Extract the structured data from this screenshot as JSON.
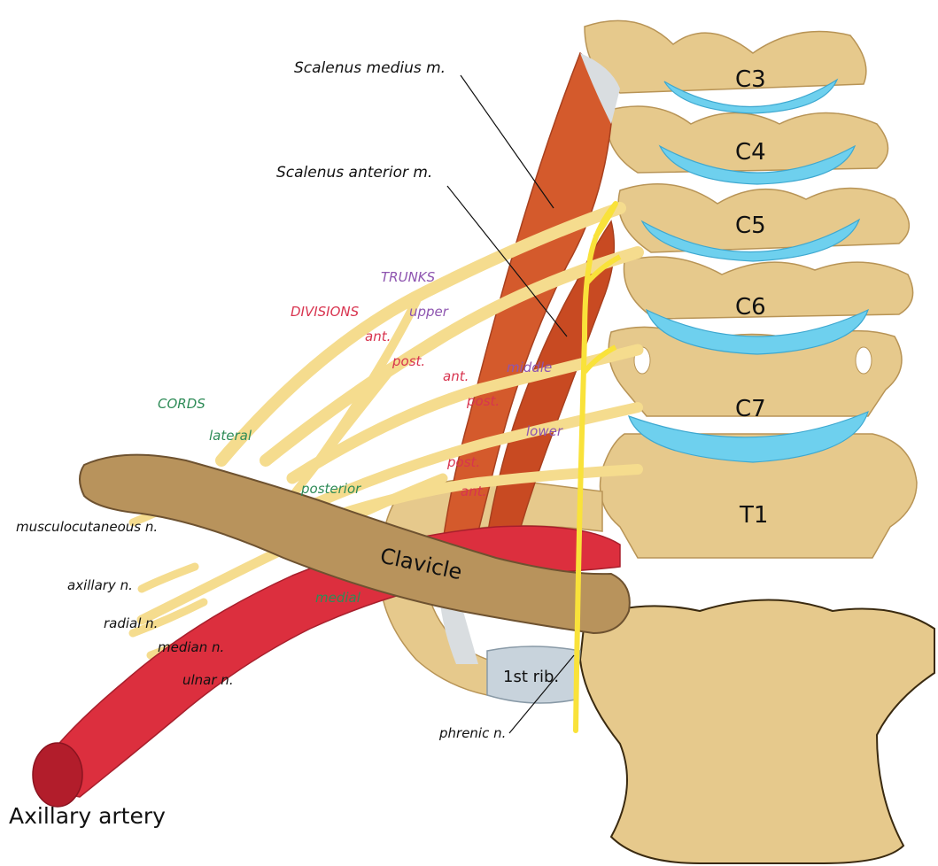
{
  "colors": {
    "bone": "#e6c98c",
    "bone_dark": "#c9a35e",
    "disc": "#6ed0ee",
    "muscle": "#d45a2c",
    "muscle_dark": "#a8401e",
    "artery": "#dc2f3e",
    "nerve": "#f5dc8e",
    "phrenic": "#f9e23a",
    "trunks": "#8e55b0",
    "divisions": "#d8344f",
    "cords": "#2e8b57",
    "rib": "#c8d3dc"
  },
  "vertebrae": [
    "C3",
    "C4",
    "C5",
    "C6",
    "C7",
    "T1"
  ],
  "labels": {
    "scalenus_medius": "Scalenus medius m.",
    "scalenus_anterior": "Scalenus anterior m.",
    "trunks": "TRUNKS",
    "divisions": "DIVISIONS",
    "cords": "CORDS",
    "upper": "upper",
    "middle": "middle",
    "lower": "lower",
    "ant_1": "ant.",
    "post_1": "post.",
    "ant_2": "ant.",
    "post_2": "post.",
    "post_3": "post.",
    "ant_3": "ant.",
    "lateral": "lateral",
    "posterior": "posterior",
    "medial": "medial",
    "musculocutaneous": "musculocutaneous n.",
    "axillary_n": "axillary n.",
    "radial": "radial n.",
    "median": "median n.",
    "ulnar": "ulnar n.",
    "clavicle": "Clavicle",
    "first_rib": "1st rib.",
    "phrenic": "phrenic n.",
    "axillary_artery": "Axillary artery"
  }
}
